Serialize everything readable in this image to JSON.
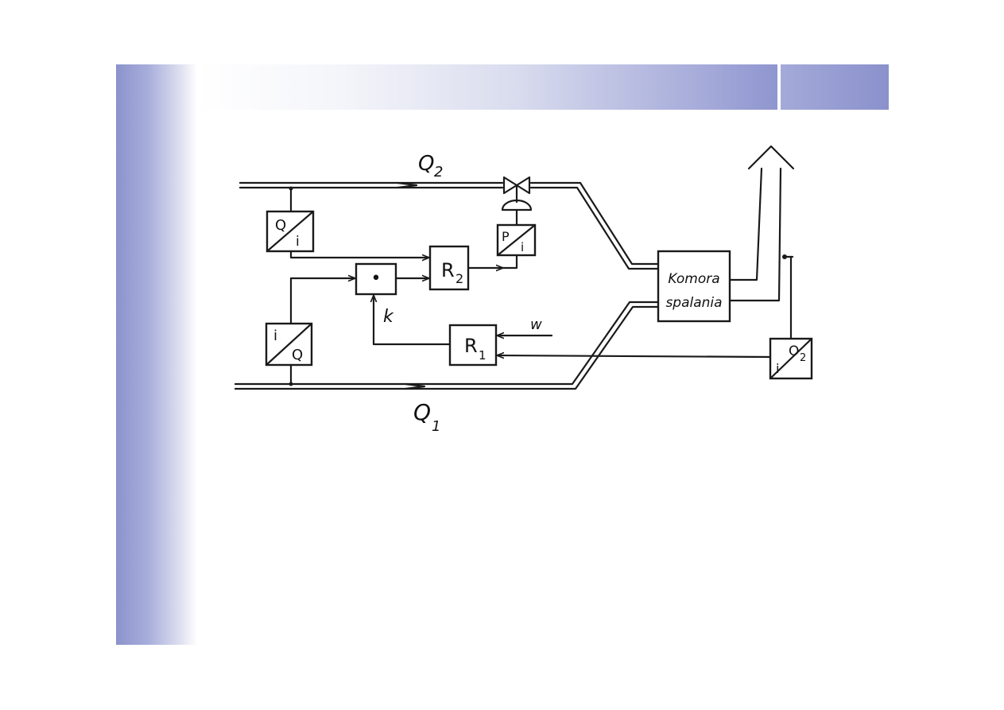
{
  "diagram": {
    "flows": {
      "q2_main": "Q",
      "q2_sub": "2",
      "q1_main": "Q",
      "q1_sub": "1"
    },
    "transducers": {
      "flow_q2_top": "Q",
      "flow_q2_bottom": "i",
      "flow_q1_top": "i",
      "flow_q1_bottom": "Q",
      "position_top": "P",
      "position_bottom": "i",
      "oxygen_left": "i",
      "oxygen_right": "O",
      "oxygen_sub": "2"
    },
    "controllers": {
      "r2_main": "R",
      "r2_sub": "2",
      "r1_main": "R",
      "r1_sub": "1"
    },
    "multiplier_symbol": "•",
    "ratio_label": "k",
    "setpoint_label": "w",
    "chamber": {
      "line1": "Komora",
      "line2": "spalania"
    }
  }
}
